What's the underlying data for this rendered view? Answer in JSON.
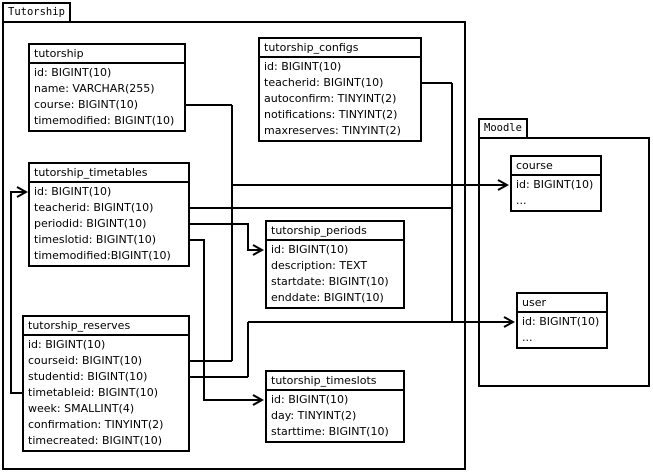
{
  "frames": {
    "tutorship": {
      "label": "Tutorship"
    },
    "moodle": {
      "label": "Moodle"
    }
  },
  "tables": [
    {
      "id": "tutorship",
      "name": "tutorship",
      "fields": [
        "id: BIGINT(10)",
        "name: VARCHAR(255)",
        "course: BIGINT(10)",
        "timemodified: BIGINT(10)"
      ]
    },
    {
      "id": "tutorship_configs",
      "name": "tutorship_configs",
      "fields": [
        "id: BIGINT(10)",
        "teacherid: BIGINT(10)",
        "autoconfirm: TINYINT(2)",
        "notifications: TINYINT(2)",
        "maxreserves: TINYINT(2)"
      ]
    },
    {
      "id": "tutorship_timetables",
      "name": "tutorship_timetables",
      "fields": [
        "id: BIGINT(10)",
        "teacherid: BIGINT(10)",
        "periodid: BIGINT(10)",
        "timeslotid: BIGINT(10)",
        "timemodified:BIGINT(10)"
      ]
    },
    {
      "id": "tutorship_periods",
      "name": "tutorship_periods",
      "fields": [
        "id: BIGINT(10)",
        "description: TEXT",
        "startdate: BIGINT(10)",
        "enddate: BIGINT(10)"
      ]
    },
    {
      "id": "tutorship_reserves",
      "name": "tutorship_reserves",
      "fields": [
        "id: BIGINT(10)",
        "courseid: BIGINT(10)",
        "studentid: BIGINT(10)",
        "timetableid: BIGINT(10)",
        "week: SMALLINT(4)",
        "confirmation: TINYINT(2)",
        "timecreated: BIGINT(10)"
      ]
    },
    {
      "id": "tutorship_timeslots",
      "name": "tutorship_timeslots",
      "fields": [
        "id: BIGINT(10)",
        "day: TINYINT(2)",
        "starttime: BIGINT(10)"
      ]
    },
    {
      "id": "course",
      "name": "course",
      "fields": [
        "id: BIGINT(10)",
        "..."
      ]
    },
    {
      "id": "user",
      "name": "user",
      "fields": [
        "id: BIGINT(10)",
        "..."
      ]
    }
  ],
  "relationships": [
    {
      "from": "tutorship_reserves.timetableid",
      "to": "tutorship_timetables.id"
    },
    {
      "from": "tutorship.course",
      "to": "course.id"
    },
    {
      "from": "tutorship_reserves.courseid",
      "to": "course.id"
    },
    {
      "from": "tutorship_configs.teacherid",
      "to": "user.id"
    },
    {
      "from": "tutorship_timetables.teacherid",
      "to": "user.id"
    },
    {
      "from": "tutorship_reserves.studentid",
      "to": "user.id"
    },
    {
      "from": "tutorship_timetables.periodid",
      "to": "tutorship_periods.id"
    },
    {
      "from": "tutorship_timetables.timeslotid",
      "to": "tutorship_timeslots.id"
    }
  ],
  "colors": {
    "line": "#000000",
    "box_border": "#000000",
    "box_background": "#ffffff"
  }
}
